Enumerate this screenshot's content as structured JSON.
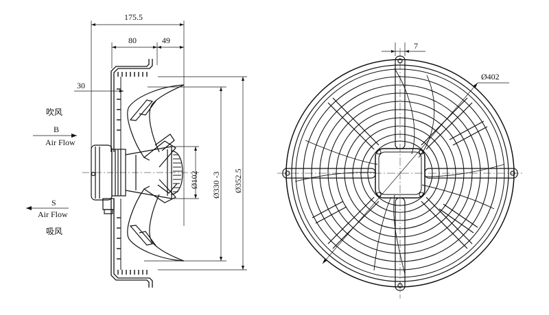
{
  "dimensions": {
    "overall_length": "175.5",
    "motor_depth": "80",
    "guard_depth": "49",
    "flange_offset": "30",
    "hub_diameter": "Ø102",
    "blade_diameter": "Ø330 -3",
    "housing_diameter": "Ø352.5",
    "guard_diameter": "Ø402",
    "mount_hole": "7"
  },
  "airflow": {
    "blow": {
      "cn": "吹风",
      "code": "B",
      "label": "Air Flow"
    },
    "suck": {
      "cn": "吸风",
      "code": "S",
      "label": "Air Flow"
    }
  }
}
